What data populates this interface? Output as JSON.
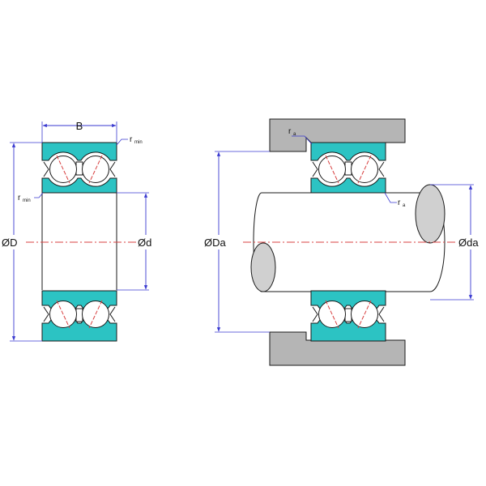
{
  "labels": {
    "B": "B",
    "r_min_top": "r",
    "r_min_top_sub": "min",
    "r_min_left": "r",
    "r_min_left_sub": "min",
    "D": "ØD",
    "d": "Ød",
    "Da": "ØDa",
    "da": "Øda",
    "ra_top": "r",
    "ra_top_sub": "a",
    "ra_bottom": "r",
    "ra_bottom_sub": "a"
  },
  "colors": {
    "ring_fill": "#2cc3c3",
    "dim_line": "#3a3ad0",
    "center_line": "#d84040",
    "housing": "#b5b5b5",
    "shaft_end": "#d0d0d0",
    "outline": "#1a1a1a"
  }
}
